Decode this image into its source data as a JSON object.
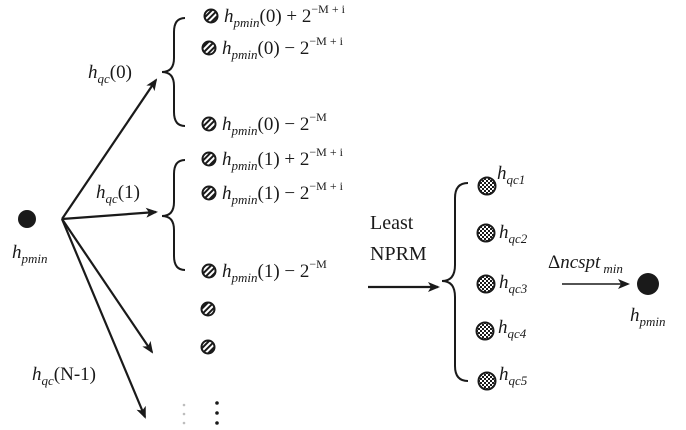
{
  "root_node": {
    "base": "h",
    "sub": "pmin"
  },
  "branch_labels": [
    {
      "base": "h",
      "sub": "qc",
      "arg": "(0)"
    },
    {
      "base": "h",
      "sub": "qc",
      "arg": "(1)"
    },
    {
      "base": "h",
      "sub": "qc",
      "arg": "(N-1)"
    }
  ],
  "group0": [
    {
      "base": "h",
      "sub": "pmin",
      "arg": "(0)",
      "op": "+",
      "two": "2",
      "exp": "−M + i"
    },
    {
      "base": "h",
      "sub": "pmin",
      "arg": "(0)",
      "op": "−",
      "two": "2",
      "exp": "−M + i"
    },
    {
      "base": "h",
      "sub": "pmin",
      "arg": "(0)",
      "op": "−",
      "two": "2",
      "exp": "−M"
    }
  ],
  "group1": [
    {
      "base": "h",
      "sub": "pmin",
      "arg": "(1)",
      "op": "+",
      "two": "2",
      "exp": "−M + i"
    },
    {
      "base": "h",
      "sub": "pmin",
      "arg": "(1)",
      "op": "−",
      "two": "2",
      "exp": "−M + i"
    },
    {
      "base": "h",
      "sub": "pmin",
      "arg": "(1)",
      "op": "−",
      "two": "2",
      "exp": "−M"
    }
  ],
  "step_label": {
    "line1": "Least",
    "line2": "NPRM"
  },
  "candidates": [
    {
      "base": "h",
      "sub": "qc1"
    },
    {
      "base": "h",
      "sub": "qc2"
    },
    {
      "base": "h",
      "sub": "qc3"
    },
    {
      "base": "h",
      "sub": "qc4"
    },
    {
      "base": "h",
      "sub": "qc5"
    }
  ],
  "delta_label": {
    "delta": "Δ",
    "base": "ncspt",
    "sub": "min"
  },
  "result_node": {
    "base": "h",
    "sub": "pmin"
  },
  "icons": {
    "root": "filled-circle-icon",
    "term": "hatched-circle-icon",
    "candidate": "checkered-circle-icon",
    "result": "filled-circle-icon"
  }
}
